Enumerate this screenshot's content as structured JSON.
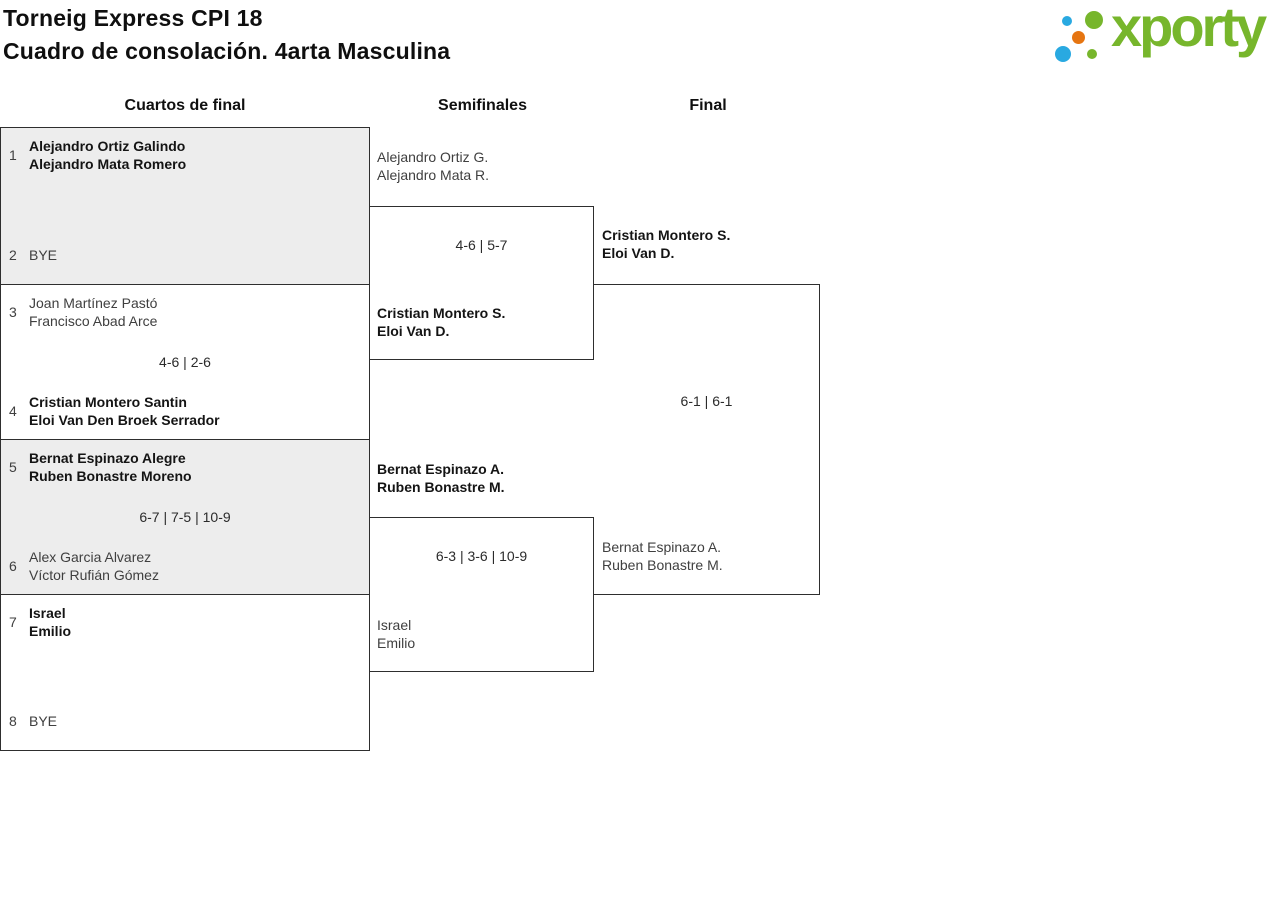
{
  "header": {
    "title_line1": "Torneig Express CPI 18",
    "title_line2": "Cuadro de consolación. 4arta Masculina"
  },
  "logo": {
    "text": "xporty",
    "green": "#77b62c",
    "blue": "#29a9e1",
    "orange": "#e67511"
  },
  "round_headers": {
    "quarterfinals": "Cuartos de final",
    "semifinals": "Semifinales",
    "final": "Final"
  },
  "quarterfinals": [
    {
      "seed1": "1",
      "team1": {
        "p1": "Alejandro Ortiz Galindo",
        "p2": "Alejandro Mata Romero"
      },
      "seed2": "2",
      "team2": {
        "p1": "BYE"
      },
      "score": ""
    },
    {
      "seed1": "3",
      "team1": {
        "p1": "Joan Martínez Pastó",
        "p2": "Francisco Abad Arce"
      },
      "seed2": "4",
      "team2": {
        "p1": "Cristian Montero Santin",
        "p2": "Eloi Van Den Broek Serrador"
      },
      "score": "4-6 | 2-6"
    },
    {
      "seed1": "5",
      "team1": {
        "p1": "Bernat Espinazo Alegre",
        "p2": "Ruben Bonastre Moreno"
      },
      "seed2": "6",
      "team2": {
        "p1": "Alex Garcia Alvarez",
        "p2": "Víctor Rufián Gómez"
      },
      "score": "6-7 | 7-5 | 10-9"
    },
    {
      "seed1": "7",
      "team1": {
        "p1": "Israel",
        "p2": "Emilio"
      },
      "seed2": "8",
      "team2": {
        "p1": "BYE"
      },
      "score": ""
    }
  ],
  "semifinals": [
    {
      "team1": {
        "p1": "Alejandro Ortiz G.",
        "p2": "Alejandro Mata R."
      },
      "team2": {
        "p1": "Cristian Montero S.",
        "p2": "Eloi Van D."
      },
      "score": "4-6 | 5-7"
    },
    {
      "team1": {
        "p1": "Bernat Espinazo A.",
        "p2": "Ruben Bonastre M."
      },
      "team2": {
        "p1": "Israel",
        "p2": "Emilio"
      },
      "score": "6-3 | 3-6 | 10-9"
    }
  ],
  "final": {
    "team1": {
      "p1": "Cristian Montero S.",
      "p2": "Eloi Van D."
    },
    "team2": {
      "p1": "Bernat Espinazo A.",
      "p2": "Ruben Bonastre M."
    },
    "score": "6-1 | 6-1"
  }
}
